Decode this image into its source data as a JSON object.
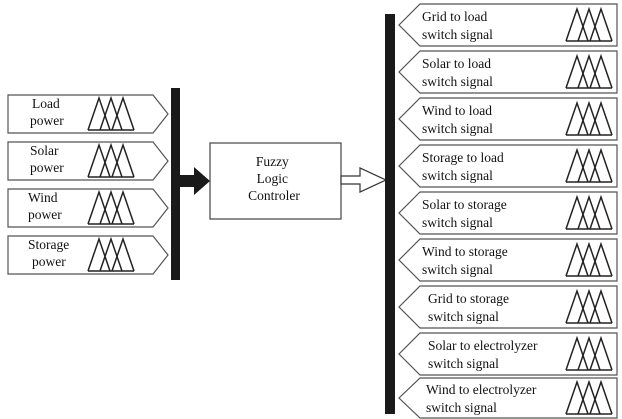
{
  "inputs": [
    {
      "lines": [
        "Load",
        "power"
      ]
    },
    {
      "lines": [
        "Solar",
        "power"
      ]
    },
    {
      "lines": [
        "Wind",
        "power"
      ]
    },
    {
      "lines": [
        "Storage",
        "power"
      ]
    }
  ],
  "controller": {
    "lines": [
      "Fuzzy",
      "Logic",
      "Controler"
    ]
  },
  "outputs": [
    {
      "lines": [
        "Grid to load",
        "switch signal"
      ]
    },
    {
      "lines": [
        "Solar  to load",
        "switch  signal"
      ]
    },
    {
      "lines": [
        "Wind  to load",
        "switch signal"
      ]
    },
    {
      "lines": [
        "Storage  to load",
        "switch signal"
      ]
    },
    {
      "lines": [
        "Solar to storage",
        "switch signal"
      ]
    },
    {
      "lines": [
        "Wind to storage",
        "switch signal"
      ]
    },
    {
      "lines": [
        "Grid to storage",
        "switch  signal"
      ]
    },
    {
      "lines": [
        "Solar  to electrolyzer",
        "switch  signal"
      ]
    },
    {
      "lines": [
        "Wind to electrolyzer",
        "switch signal"
      ]
    }
  ],
  "icons": {
    "membership_function": "membership-function-icon"
  }
}
